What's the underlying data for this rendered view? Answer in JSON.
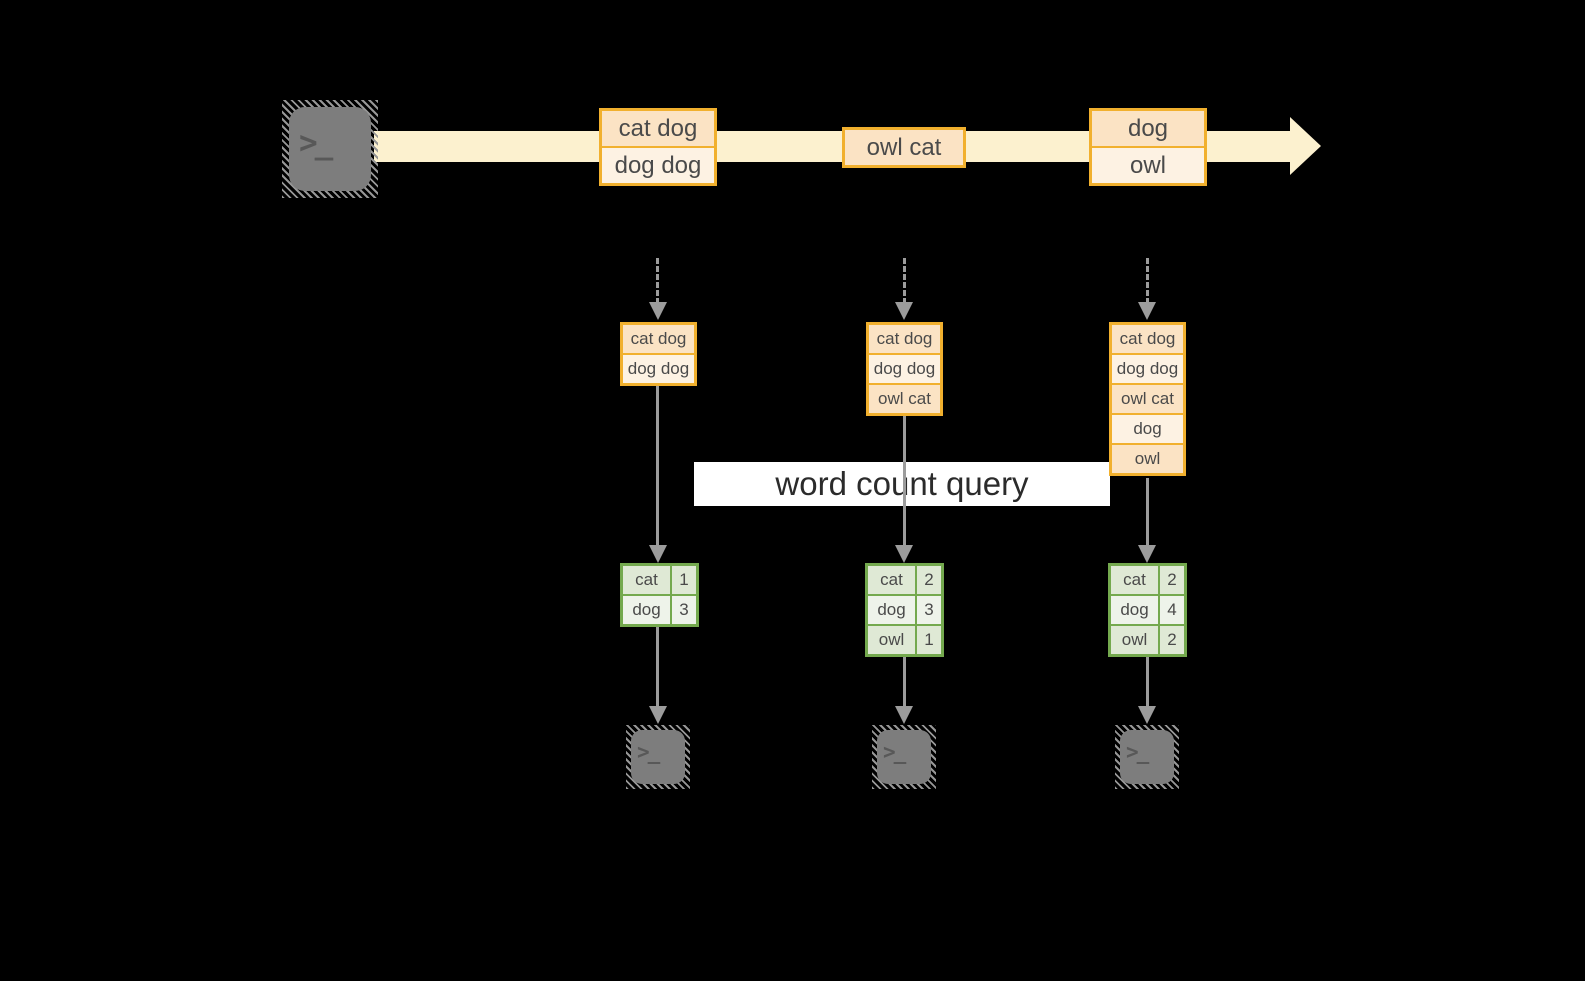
{
  "query_label": "word count query",
  "icons": {
    "source_icon": "terminal-icon",
    "sink_icon": "terminal-icon",
    "prompt_glyph": ">_",
    "stream_arrow": "right-arrow",
    "flow_arrow": "down-arrow"
  },
  "colors": {
    "background": "#000000",
    "stream_band": "#fcf1cf",
    "amber_border": "#f1b02e",
    "peach_dark": "#fbe3c4",
    "peach_light": "#fdf2e3",
    "green_border": "#74a94e",
    "green_cell_dark": "#dfe9d5",
    "green_cell_light": "#eef3ea",
    "arrow_gray": "#9c9c9c",
    "terminal_gray": "#7d7d7d",
    "label_background": "#ffffff",
    "text": "#4a4a4a"
  },
  "stream": {
    "batches": [
      {
        "rows": [
          "cat dog",
          "dog dog"
        ]
      },
      {
        "rows": [
          "owl cat"
        ]
      },
      {
        "rows": [
          "dog",
          "owl"
        ]
      }
    ]
  },
  "columns": [
    {
      "state_rows": [
        "cat dog",
        "dog dog"
      ],
      "counts": [
        {
          "word": "cat",
          "count": "1"
        },
        {
          "word": "dog",
          "count": "3"
        }
      ]
    },
    {
      "state_rows": [
        "cat dog",
        "dog dog",
        "owl cat"
      ],
      "counts": [
        {
          "word": "cat",
          "count": "2"
        },
        {
          "word": "dog",
          "count": "3"
        },
        {
          "word": "owl",
          "count": "1"
        }
      ]
    },
    {
      "state_rows": [
        "cat dog",
        "dog dog",
        "owl cat",
        "dog",
        "owl"
      ],
      "counts": [
        {
          "word": "cat",
          "count": "2"
        },
        {
          "word": "dog",
          "count": "4"
        },
        {
          "word": "owl",
          "count": "2"
        }
      ]
    }
  ]
}
